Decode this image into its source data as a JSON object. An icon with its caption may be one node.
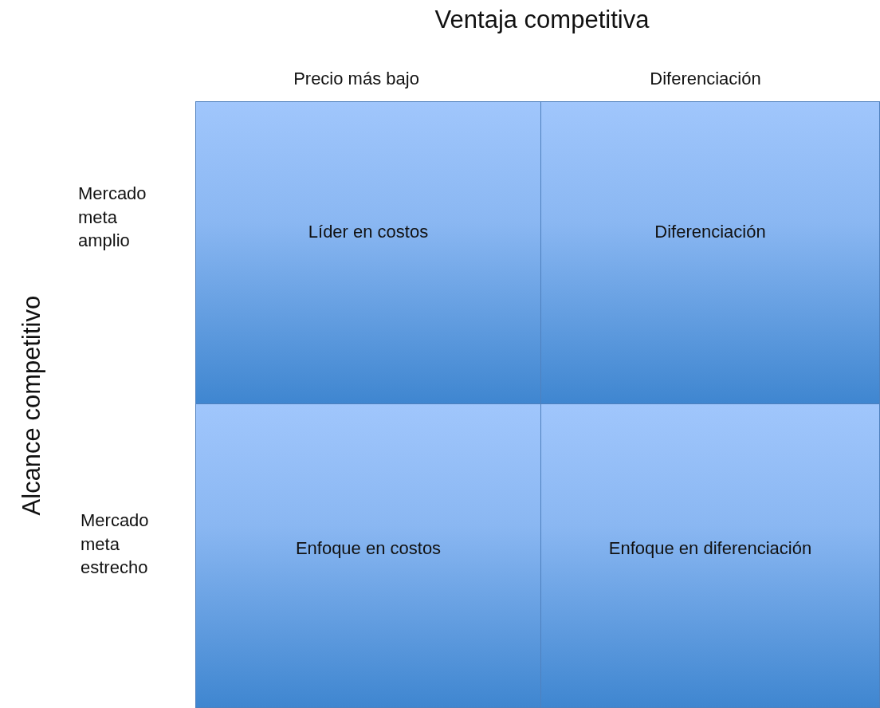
{
  "diagram": {
    "nodes": [
      {
        "text": [
          "Líder en costos"
        ]
      },
      {
        "text": [
          "Diferenciación"
        ]
      },
      {
        "text": [
          "Enfoque en costos"
        ]
      },
      {
        "text": [
          "Enfoque en diferenciación"
        ]
      }
    ],
    "labels": [
      "Ventaja competitiva",
      "Precio más bajo",
      "Diferenciación",
      "Mercado meta amplio",
      "Mercado meta estrecho",
      "Alcance competitivo"
    ]
  }
}
